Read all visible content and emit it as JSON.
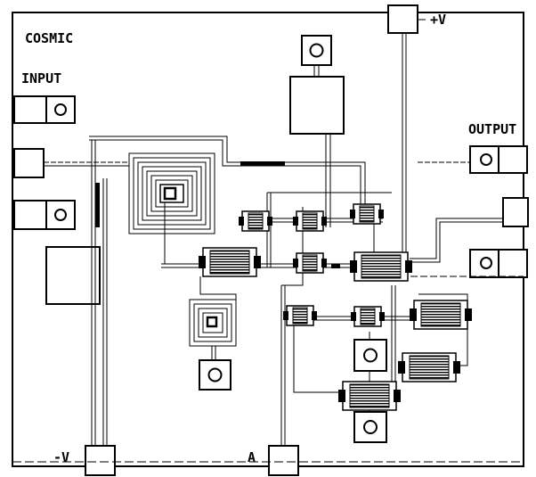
{
  "labels": {
    "title": "COSMIC",
    "input": "INPUT",
    "output": "OUTPUT",
    "plus_v": "+V",
    "minus_v": "-V",
    "a": "A"
  }
}
